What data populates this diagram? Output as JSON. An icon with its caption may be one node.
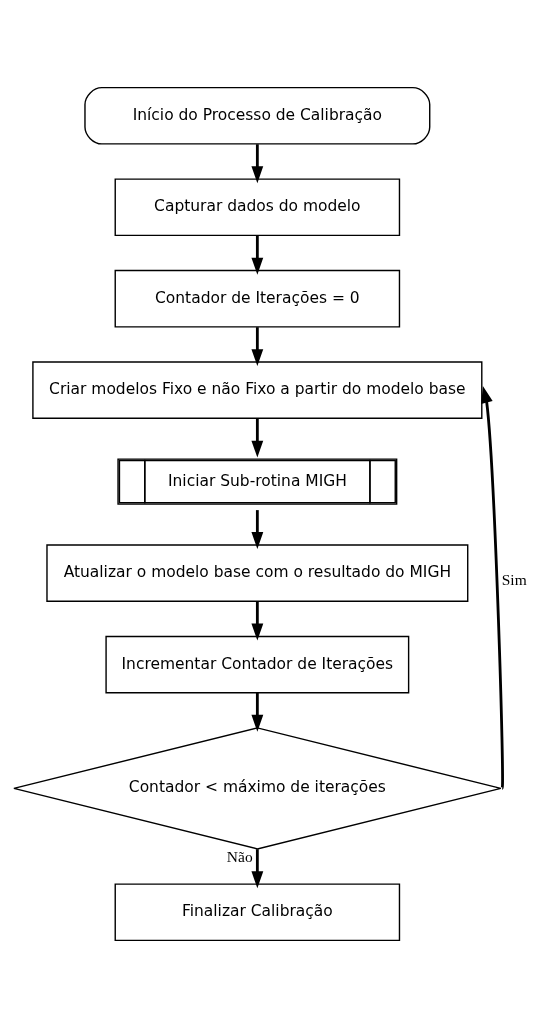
{
  "diagram": {
    "nodes": [
      {
        "text": [
          "Início do Processo de Calibração"
        ]
      },
      {
        "text": [
          "Capturar dados do modelo"
        ]
      },
      {
        "text": [
          "Contador de Iterações = 0"
        ]
      },
      {
        "text": [
          "Criar modelos Fixo e não Fixo a partir do modelo base"
        ]
      },
      {
        "text": [
          "Iniciar Sub-rotina MIGH"
        ]
      },
      {
        "text": [
          "Atualizar o modelo base com o resultado do MIGH"
        ]
      },
      {
        "text": [
          "Incrementar Contador de Iterações"
        ]
      },
      {
        "text": [
          "Contador < máximo de iterações"
        ]
      },
      {
        "text": [
          "Finalizar Calibração"
        ]
      }
    ],
    "edges": [
      {
        "from": 0,
        "to": 1,
        "arrow": "to"
      },
      {
        "from": 1,
        "to": 2,
        "arrow": "to"
      },
      {
        "from": 2,
        "to": 3,
        "arrow": "to"
      },
      {
        "from": 3,
        "to": 4,
        "arrow": "to"
      },
      {
        "from": 4,
        "to": 5,
        "arrow": "to"
      },
      {
        "from": 5,
        "to": 6,
        "arrow": "to"
      },
      {
        "from": 6,
        "to": 7,
        "arrow": "to"
      },
      {
        "from": 7,
        "to": 3,
        "arrow": "to",
        "label": "Sim"
      },
      {
        "from": 7,
        "to": 8,
        "arrow": "to",
        "label": "Não"
      }
    ]
  }
}
